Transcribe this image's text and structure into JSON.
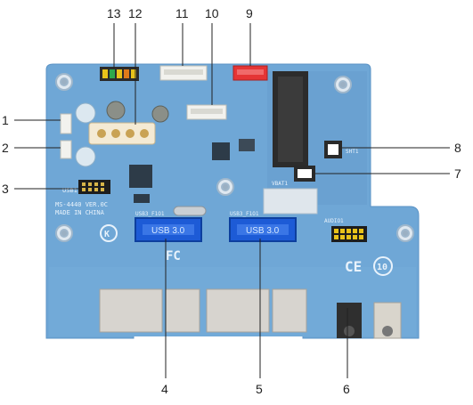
{
  "callouts": {
    "n1": "1",
    "n2": "2",
    "n3": "3",
    "n4": "4",
    "n5": "5",
    "n6": "6",
    "n7": "7",
    "n8": "8",
    "n9": "9",
    "n10": "10",
    "n11": "11",
    "n12": "12",
    "n13": "13"
  },
  "board": {
    "model_line": "MS-4440 VER.0C",
    "made_in": "MADE IN CHINA",
    "usb1_label": "USB1",
    "usb3_port1_label": "USB3_F1O1",
    "usb3_port2_label": "USB3_F1O1",
    "usb3_text_1": "USB 3.0",
    "usb3_text_2": "USB 3.0",
    "vbat_label": "VBAT1",
    "sht_label": "SHT1",
    "audio_label": "AUDIO1",
    "fcc_label": "FC",
    "kc_label": "K",
    "ce_label": "CE",
    "rohs_label": "10",
    "colors": {
      "board": "#6fa7d6",
      "board_dark": "#4f86b8",
      "usb_blue": "#1d5bd6",
      "red_connector": "#e53535",
      "header_yellow": "#e8c21a"
    }
  }
}
